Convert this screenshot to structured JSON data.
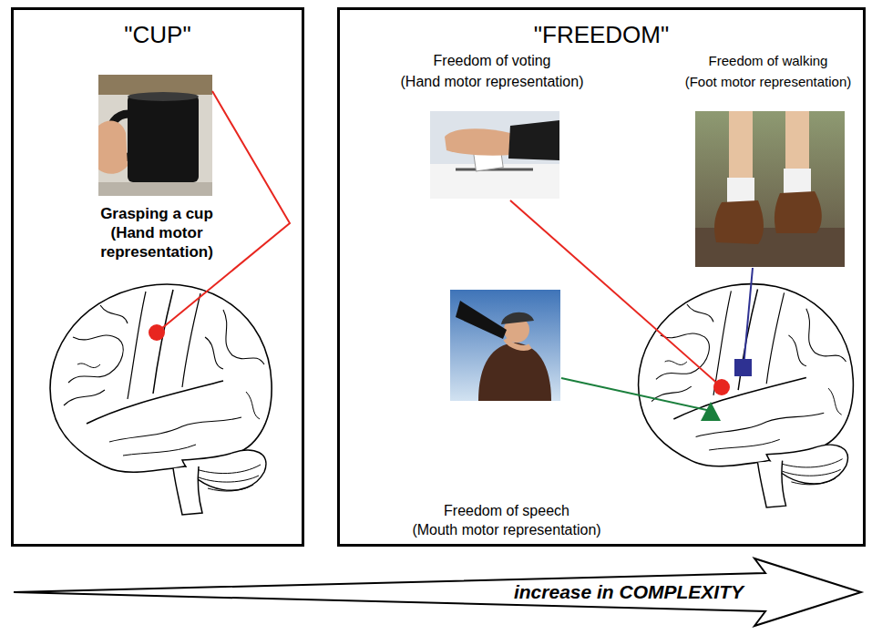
{
  "diagram": {
    "nodes": [
      {
        "text": [
          "\"CUP\""
        ]
      },
      {
        "text": [
          "\"FREEDOM\""
        ]
      }
    ],
    "labels": [
      "Grasping a cup (Hand motor representation)",
      "Freedom of voting (Hand motor representation)",
      "Freedom of walking (Foot motor representation)",
      "Freedom of speech (Mouth motor representation)",
      "increase in COMPLEXITY"
    ]
  }
}
